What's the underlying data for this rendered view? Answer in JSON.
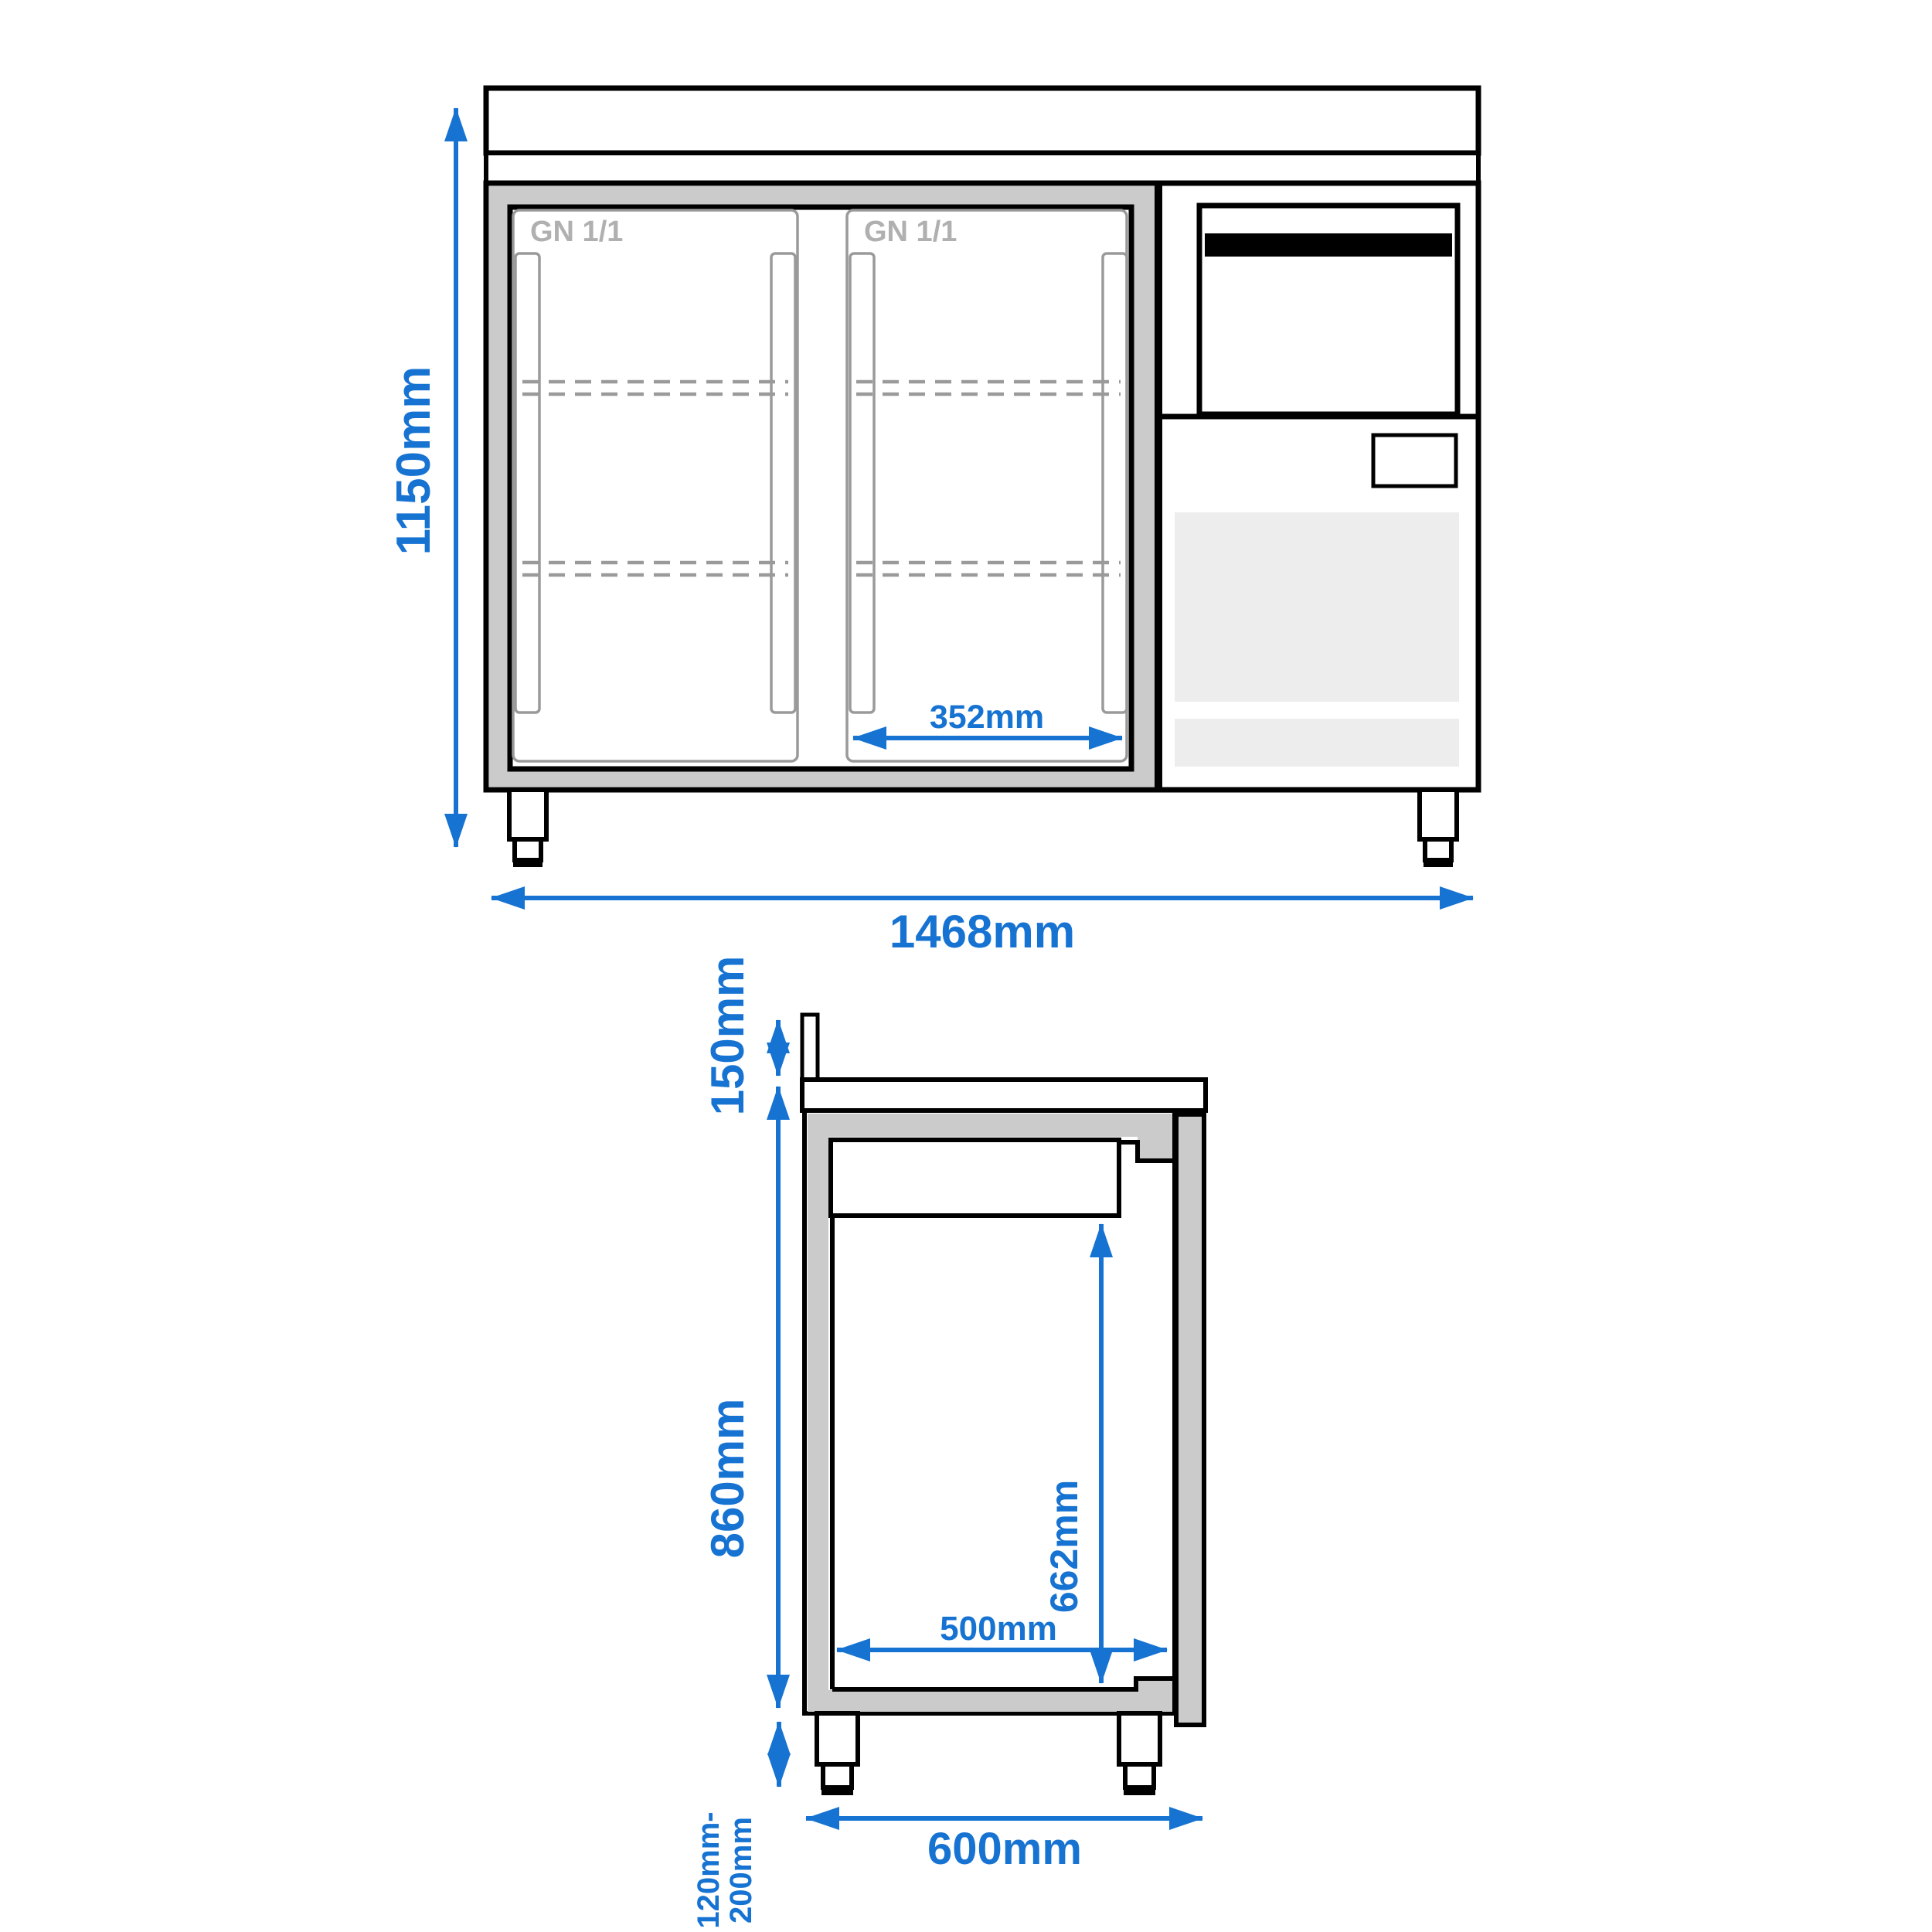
{
  "front_view": {
    "overall_height": "1150mm",
    "overall_width": "1468mm",
    "door_clear_width": "352mm",
    "left_door_label": "GN 1/1",
    "right_door_label": "GN 1/1"
  },
  "side_view": {
    "splashback_height": "150mm",
    "worktop_height": "860mm",
    "interior_height": "662mm",
    "interior_depth": "500mm",
    "overall_depth": "600mm",
    "leg_height_line1": "120mm-",
    "leg_height_line2": "200mm"
  },
  "colors": {
    "dimension_blue": "#1773D2",
    "panel_gray": "#cbcbcb",
    "door_outline_gray": "#9a9a9a",
    "grille_gray": "#ededed",
    "label_gray": "#b0b0b0",
    "line_black": "#000000"
  }
}
